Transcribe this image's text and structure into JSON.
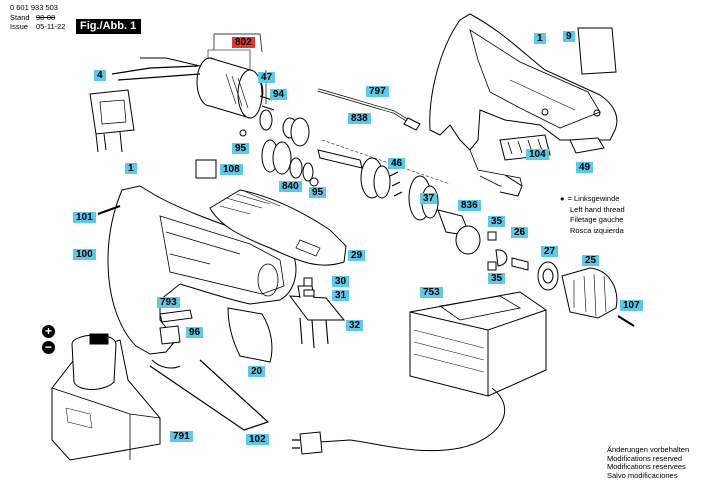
{
  "header": {
    "code": "0 601 933 503",
    "stand_label": "Stand",
    "issue_label": "Issue",
    "old_date": "98-08",
    "new_date": "05-11-22",
    "figure_label": "Fig./Abb. 1"
  },
  "legend": {
    "symbol": "●",
    "lines": [
      "= Linksgewinde",
      "Left hand thread",
      "Filetage gauche",
      "Rosca izquierda"
    ]
  },
  "footer": {
    "lines": [
      "Änderungen vorbehalten",
      "Modifications reserved",
      "Modifications reservees",
      "Salvo modificaciones"
    ]
  },
  "symbols": {
    "plus": "+",
    "minus": "−"
  },
  "part_labels": [
    "1",
    "1",
    "4",
    "9",
    "20",
    "25",
    "26",
    "27",
    "29",
    "30",
    "31",
    "32",
    "35",
    "35",
    "37",
    "46",
    "47",
    "49",
    "94",
    "95",
    "95",
    "96",
    "100",
    "101",
    "102",
    "104",
    "107",
    "108",
    "753",
    "791",
    "793",
    "797",
    "802",
    "836",
    "838",
    "840"
  ],
  "highlight_label": "802",
  "colors": {
    "label_bg": "#5fc8e8",
    "highlight_bg": "#e03a2a",
    "line": "#000000"
  }
}
